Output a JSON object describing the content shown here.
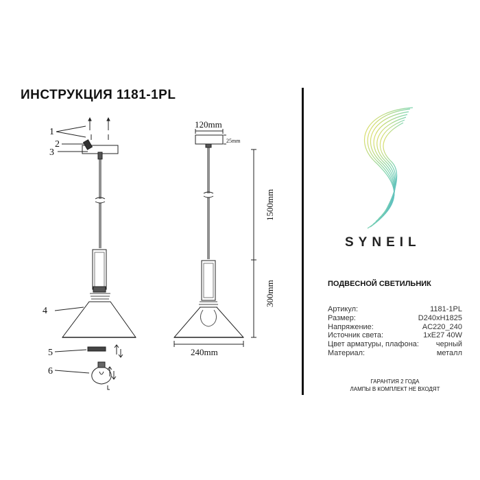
{
  "doc": {
    "title": "ИНСТРУКЦИЯ 1181-1PL",
    "brand": "SYNEIL",
    "product_type": "ПОДВЕСНОЙ СВЕТИЛЬНИК",
    "specs": [
      {
        "label": "Артикул:",
        "value": "1181-1PL"
      },
      {
        "label": "Размер:",
        "value": "D240xH1825"
      },
      {
        "label": "Напряжение:",
        "value": "AC220_240"
      },
      {
        "label": "Источник света:",
        "value": "1xE27 40W"
      },
      {
        "label": "Цвет арматуры, плафона:",
        "value": "черный"
      },
      {
        "label": "Материал:",
        "value": "металл"
      }
    ],
    "footer": [
      "ГАРАНТИЯ 2 ГОДА",
      "ЛАМПЫ В КОМПЛЕКТ НЕ ВХОДЯТ"
    ]
  },
  "drawing": {
    "part_numbers": [
      "1",
      "2",
      "3",
      "4",
      "5",
      "6"
    ],
    "dimensions": {
      "canopy_width": "120mm",
      "canopy_height": "25mm",
      "total_height": "1500mm",
      "lamp_height": "300mm",
      "shade_diameter": "240mm"
    }
  },
  "colors": {
    "text": "#111111",
    "logo_gradient": [
      "#f2e05a",
      "#7fd4b0",
      "#2a9fd6"
    ]
  }
}
